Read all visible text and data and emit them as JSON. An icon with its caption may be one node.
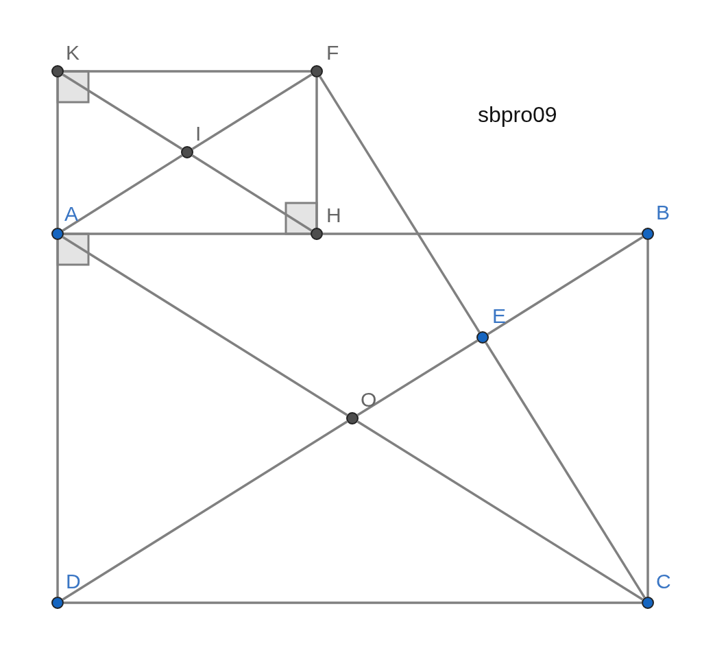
{
  "diagram": {
    "nodes": [
      {
        "text": [
          "K"
        ]
      },
      {
        "text": [
          "F"
        ]
      },
      {
        "text": [
          "I"
        ]
      },
      {
        "text": [
          "A"
        ]
      },
      {
        "text": [
          "H"
        ]
      },
      {
        "text": [
          "B"
        ]
      },
      {
        "text": [
          "E"
        ]
      },
      {
        "text": [
          "O"
        ]
      },
      {
        "text": [
          "D"
        ]
      },
      {
        "text": [
          "C"
        ]
      }
    ],
    "edges": [
      {
        "from": 0,
        "to": 1,
        "arrow": "none"
      },
      {
        "from": 0,
        "to": 3,
        "arrow": "none"
      },
      {
        "from": 3,
        "to": 8,
        "arrow": "none"
      },
      {
        "from": 8,
        "to": 9,
        "arrow": "none"
      },
      {
        "from": 9,
        "to": 5,
        "arrow": "none"
      },
      {
        "from": 3,
        "to": 4,
        "arrow": "none"
      },
      {
        "from": 4,
        "to": 5,
        "arrow": "none"
      },
      {
        "from": 1,
        "to": 4,
        "arrow": "none"
      },
      {
        "from": 0,
        "to": 2,
        "arrow": "none"
      },
      {
        "from": 2,
        "to": 4,
        "arrow": "none"
      },
      {
        "from": 3,
        "to": 2,
        "arrow": "none"
      },
      {
        "from": 2,
        "to": 1,
        "arrow": "none"
      },
      {
        "from": 1,
        "to": 6,
        "arrow": "none"
      },
      {
        "from": 6,
        "to": 9,
        "arrow": "none"
      },
      {
        "from": 3,
        "to": 7,
        "arrow": "none"
      },
      {
        "from": 7,
        "to": 9,
        "arrow": "none"
      },
      {
        "from": 8,
        "to": 7,
        "arrow": "none"
      },
      {
        "from": 7,
        "to": 6,
        "arrow": "none"
      },
      {
        "from": 6,
        "to": 5,
        "arrow": "none"
      }
    ],
    "labels": [
      "sbpro09"
    ]
  }
}
